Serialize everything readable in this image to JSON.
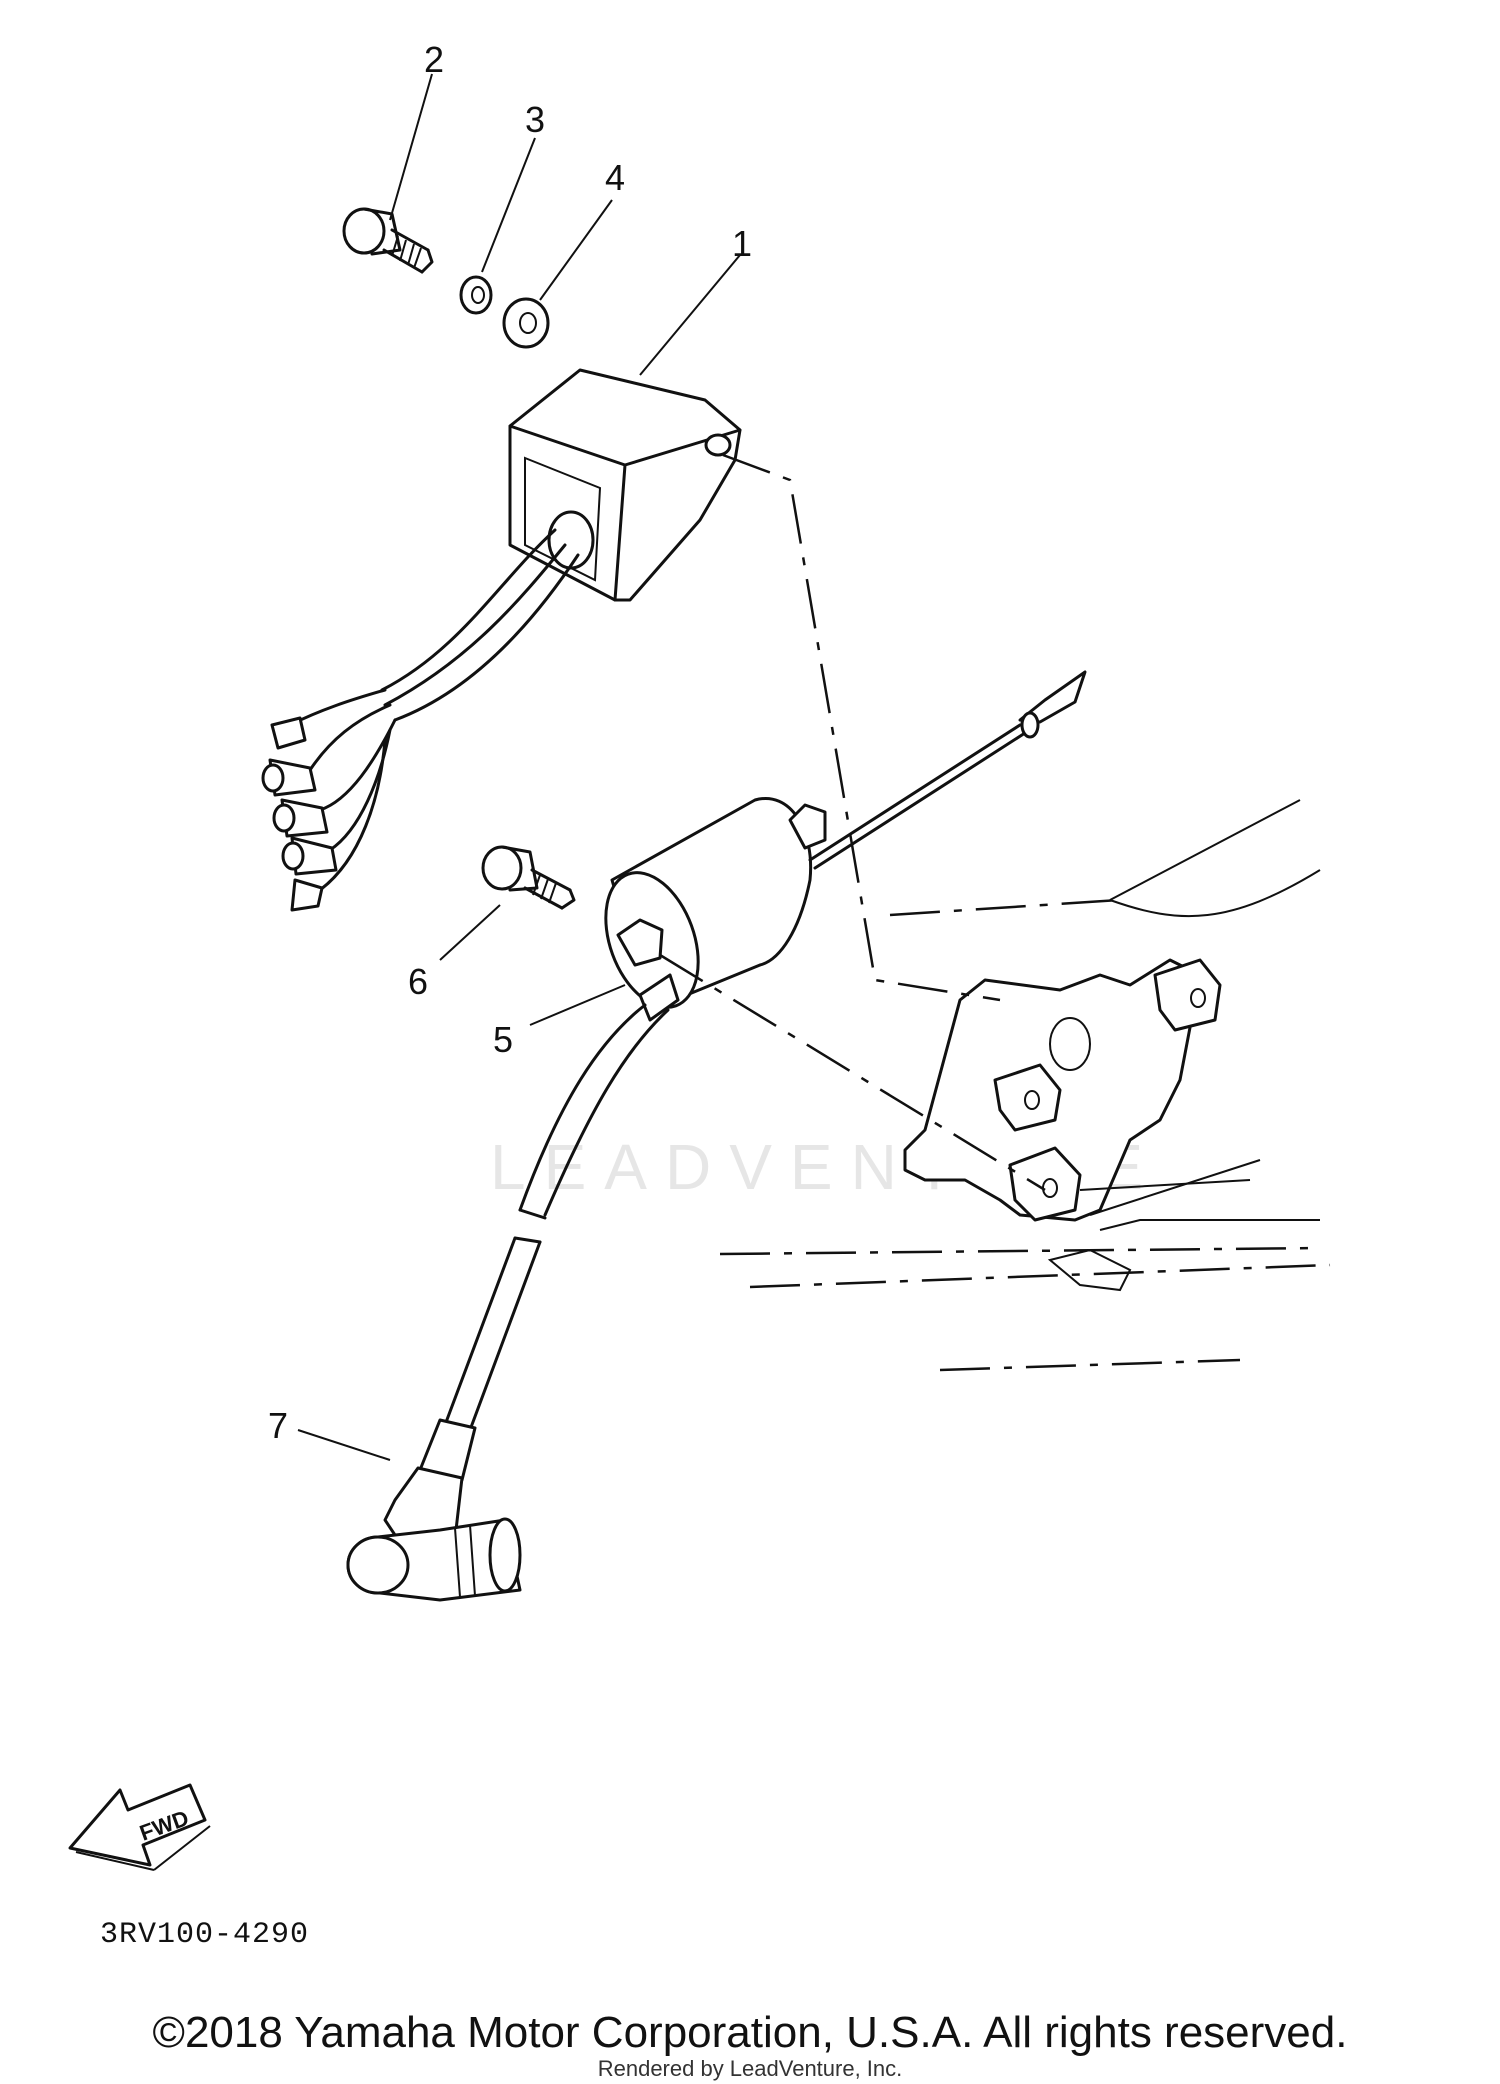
{
  "callouts": [
    {
      "id": "1",
      "label": "1"
    },
    {
      "id": "2",
      "label": "2"
    },
    {
      "id": "3",
      "label": "3"
    },
    {
      "id": "4",
      "label": "4"
    },
    {
      "id": "5",
      "label": "5"
    },
    {
      "id": "6",
      "label": "6"
    },
    {
      "id": "7",
      "label": "7"
    }
  ],
  "fwd_label": "FWD",
  "part_code": "3RV100-4290",
  "watermark": "LEADVENTURE",
  "copyright": "©2018 Yamaha Motor Corporation, U.S.A. All rights reserved.",
  "rendered_by": "Rendered by LeadVenture, Inc."
}
